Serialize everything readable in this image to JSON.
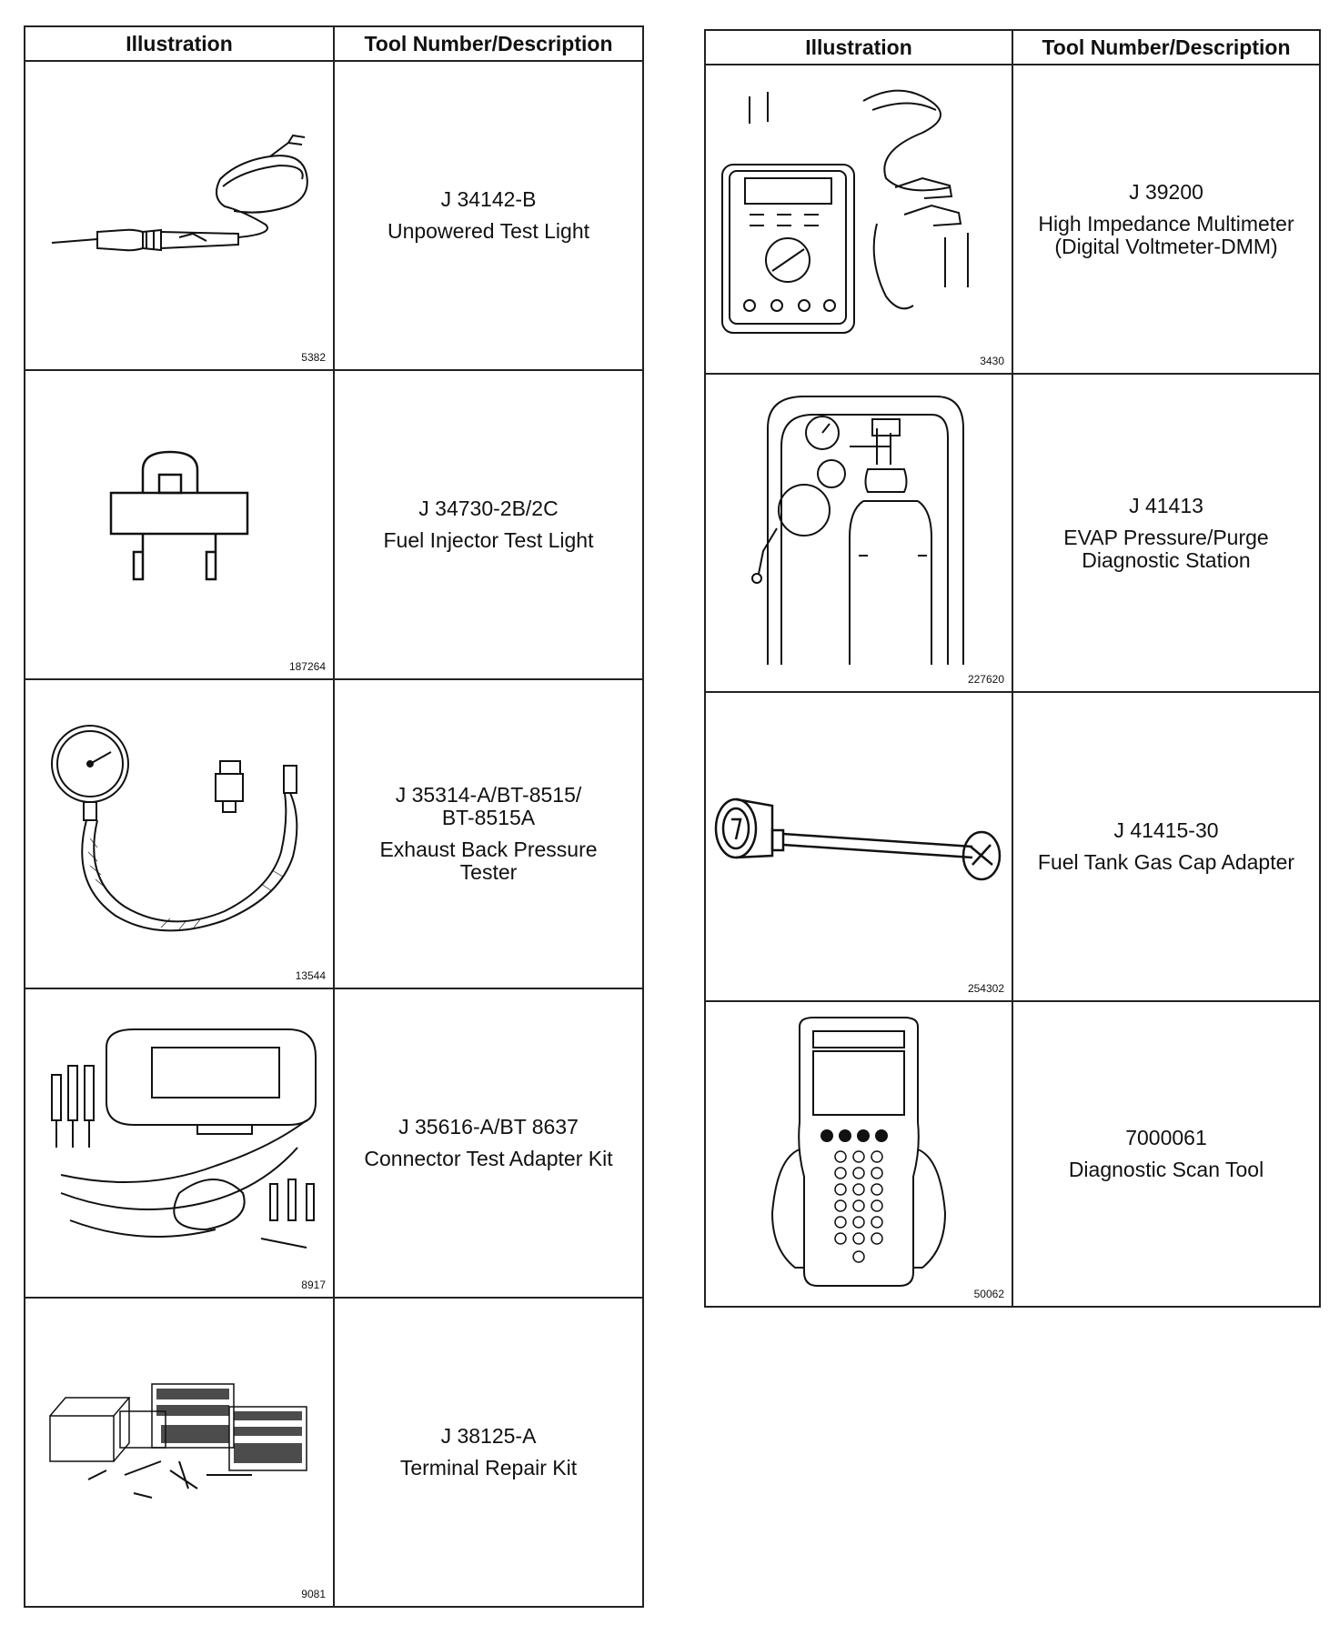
{
  "headers": {
    "illustration": "Illustration",
    "tool_description": "Tool Number/Description"
  },
  "left_tools": [
    {
      "figure_number": "5382",
      "tool_number": "J 34142-B",
      "description": "Unpowered Test Light",
      "icon": "test-light-probe-icon"
    },
    {
      "figure_number": "187264",
      "tool_number": "J 34730-2B/2C",
      "description": "Fuel Injector Test Light",
      "icon": "injector-test-light-icon"
    },
    {
      "figure_number": "13544",
      "tool_number": "J 35314-A/BT-8515/\nBT-8515A",
      "description": "Exhaust Back Pressure\nTester",
      "icon": "pressure-gauge-hose-icon"
    },
    {
      "figure_number": "8917",
      "tool_number": "J 35616-A/BT 8637",
      "description": "Connector Test Adapter Kit",
      "icon": "adapter-kit-case-icon"
    },
    {
      "figure_number": "9081",
      "tool_number": "J 38125-A",
      "description": "Terminal Repair Kit",
      "icon": "terminal-repair-kit-icon"
    }
  ],
  "right_tools": [
    {
      "figure_number": "3430",
      "tool_number": "J 39200",
      "description": "High Impedance Multimeter\n(Digital Voltmeter-DMM)",
      "icon": "multimeter-icon"
    },
    {
      "figure_number": "227620",
      "tool_number": "J 41413",
      "description": "EVAP Pressure/Purge\nDiagnostic Station",
      "icon": "evap-station-icon"
    },
    {
      "figure_number": "254302",
      "tool_number": "J 41415-30",
      "description": "Fuel Tank Gas Cap Adapter",
      "icon": "gas-cap-adapter-icon"
    },
    {
      "figure_number": "50062",
      "tool_number": "7000061",
      "description": "Diagnostic Scan Tool",
      "icon": "scan-tool-icon"
    }
  ]
}
